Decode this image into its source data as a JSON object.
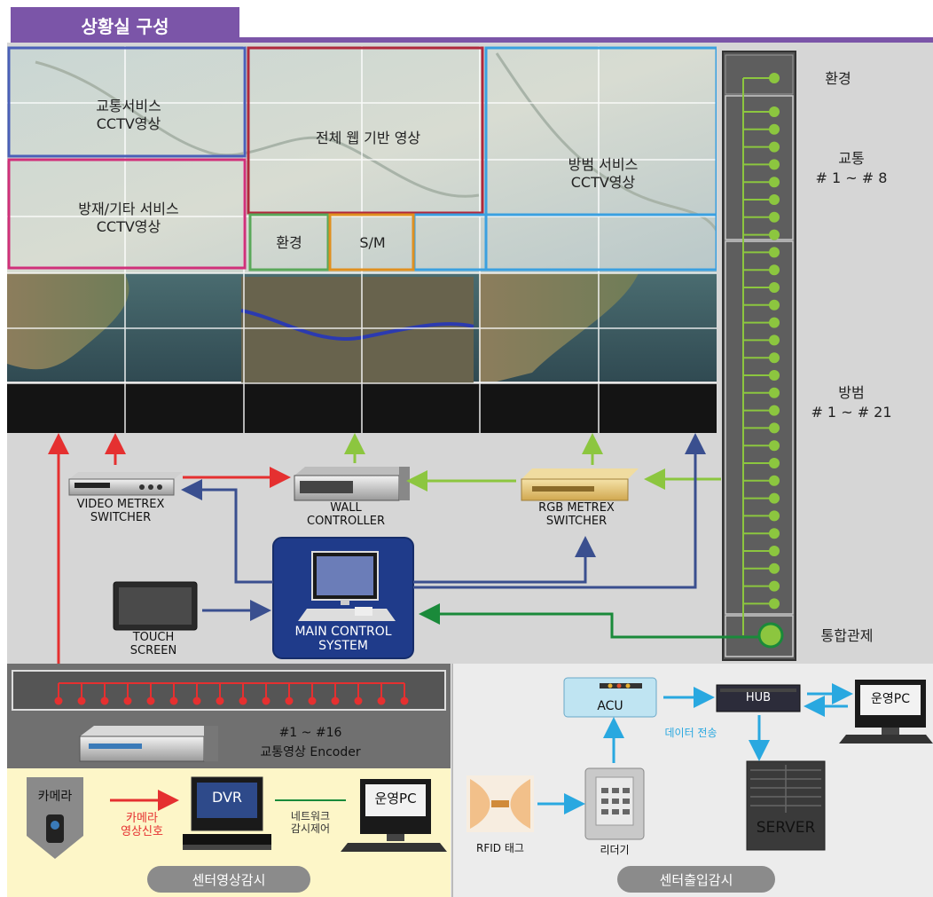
{
  "title": "상황실 구성",
  "wall": {
    "traffic_cctv": "교통서비스\nCCTV영상",
    "web_video": "전체 웹 기반 영상",
    "disaster_cctv": "방재/기타 서비스\nCCTV영상",
    "crime_cctv": "방범 서비스\nCCTV영상",
    "env": "환경",
    "sm": "S/M"
  },
  "side_panel": {
    "env": "환경",
    "traffic": "교통\n# 1 ~ # 8",
    "crime": "방범\n# 1 ~ # 21",
    "integrated": "통합관제"
  },
  "devices": {
    "video_switcher": "VIDEO METREX\nSWITCHER",
    "wall_controller": "WALL\nCONTROLLER",
    "rgb_switcher": "RGB METREX\nSWITCHER",
    "main_control": "MAIN CONTROL\nSYSTEM",
    "touch_screen": "TOUCH\nSCREEN"
  },
  "encoder": {
    "range": "#1 ~ #16",
    "label": "교통영상 Encoder"
  },
  "video_monitor": {
    "camera": "카메라",
    "signal": "카메라\n영상신호",
    "dvr": "DVR",
    "network": "네트워크\n감시제어",
    "ops_pc": "운영PC",
    "pill": "센터영상감시"
  },
  "access": {
    "acu": "ACU",
    "hub": "HUB",
    "ops_pc": "운영PC",
    "data_tx": "데이터 전송",
    "server": "SERVER",
    "rfid": "RFID 태그",
    "reader": "리더기",
    "pill": "센터출입감시"
  },
  "colors": {
    "header": "#7b55a8",
    "red_arrow": "#e53030",
    "blue_arrow": "#3a4f8f",
    "green_arrow": "#8cc63f",
    "cyan_arrow": "#29a8e0",
    "dark_green_arrow": "#1a8a3a",
    "traffic_frame": "#4a5fb8",
    "web_frame": "#b0283c",
    "disaster_frame": "#d0307a",
    "crime_frame": "#3aa0e0",
    "env_frame": "#5aa85a",
    "sm_frame": "#e09020"
  }
}
